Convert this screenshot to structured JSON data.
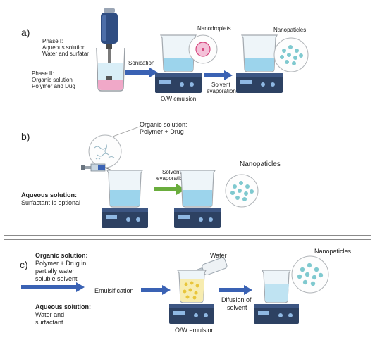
{
  "panels": {
    "a": {
      "label": "a)",
      "phase1": [
        "Phase I:",
        "Aqueous solution",
        "Water and surfatar"
      ],
      "phase2": [
        "Phase II:",
        "Organic solution",
        "Polymer and Dug"
      ],
      "sonication": "Sonication",
      "nanodroplets": "Nanodroplets",
      "nanoparticles": "Nanopaticles",
      "solvent_evaporation": [
        "Solvent",
        "evaporation"
      ],
      "emulsion": "O/W emulsion"
    },
    "b": {
      "label": "b)",
      "organic_solution": [
        "Organic solution:",
        "Polymer + Drug"
      ],
      "solvent_evaporation": [
        "Solvent",
        "evaporation"
      ],
      "nanoparticles": "Nanopaticles",
      "aqueous_title": "Aqueous solution:",
      "aqueous_note": "Surfactant is optional"
    },
    "c": {
      "label": "c)",
      "organic_title": "Organic solution:",
      "organic_lines": [
        "Polymer + Drug in",
        "partially water",
        "soluble solvent"
      ],
      "emulsification": "Emulsification",
      "aqueous_title": "Aqueous solution:",
      "aqueous_lines": [
        "Water and",
        "surfactant"
      ],
      "water": "Water",
      "difusion": [
        "Difusion of",
        "solvent"
      ],
      "nanoparticles": "Nanopaticles",
      "emulsion": "O/W emulsion"
    }
  },
  "colors": {
    "arrow_blue": "#3a62b4",
    "arrow_green": "#6aad3d",
    "liquid": "#cde8f4",
    "stirrer": "#2d4162",
    "particle": "#7fc9cf"
  }
}
